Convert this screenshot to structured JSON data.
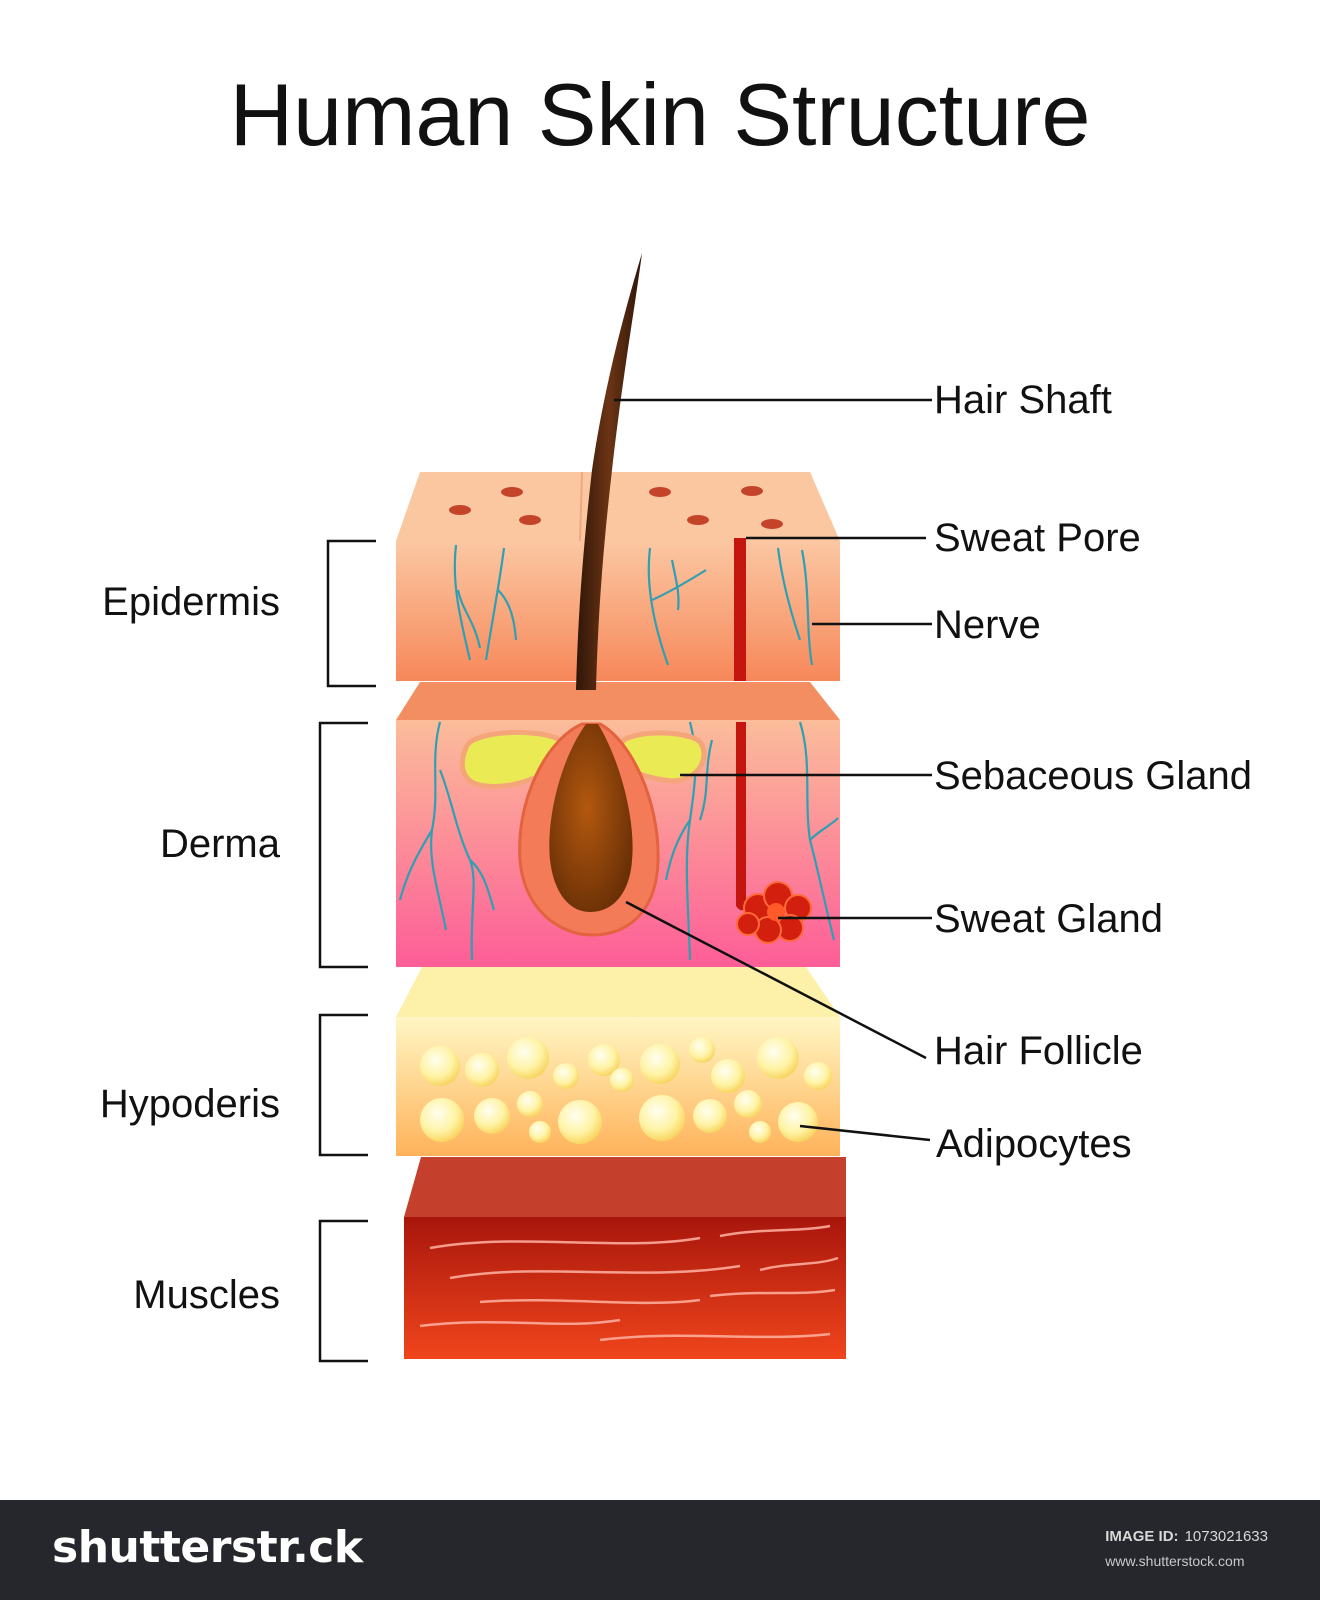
{
  "title": "Human Skin Structure",
  "layers": {
    "epidermis": "Epidermis",
    "derma": "Derma",
    "hypoderis": "Hypoderis",
    "muscles": "Muscles"
  },
  "labels": {
    "hair_shaft": "Hair Shaft",
    "sweat_pore": "Sweat Pore",
    "nerve": "Nerve",
    "sebaceous_gland": "Sebaceous Gland",
    "sweat_gland": "Sweat Gland",
    "hair_follicle": "Hair Follicle",
    "adipocytes": "Adipocytes"
  },
  "footer": {
    "logo": "shutterstr.ck",
    "image_id_label": "IMAGE ID:",
    "image_id": "1073021633",
    "site": "www.shutterstock.com"
  },
  "colors": {
    "epidermis_top": "#f9c9a6",
    "epidermis_front": "#f7905f",
    "derma_front": "#fb6fa1",
    "fat": "#fff3b8",
    "muscle": "#c81f0f",
    "hair": "#4a2410",
    "nerve": "#2f9fb3"
  }
}
